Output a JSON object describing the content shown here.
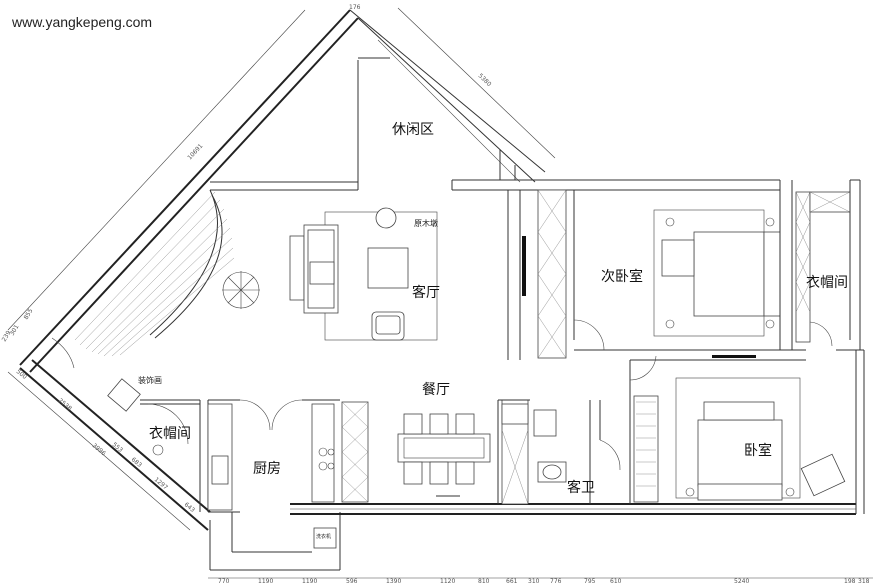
{
  "watermark": "www.yangkepeng.com",
  "rooms": {
    "leisure": "休闲区",
    "living": "客厅",
    "dining": "餐厅",
    "second_bedroom": "次卧室",
    "closet_right": "衣帽间",
    "closet_left": "衣帽间",
    "kitchen": "厨房",
    "guest_bath": "客卫",
    "master_bedroom": "卧室"
  },
  "labels": {
    "wood_stool": "原木墩",
    "decor_painting": "装饰画",
    "appliance": "洗衣机"
  },
  "dimensions": {
    "top_diag": "5380",
    "left_diag": "10691",
    "corner_top": "176",
    "left_a": "239",
    "left_b": "301",
    "left_c": "855",
    "left_d": "500",
    "left_e": "2538",
    "left_f": "3996",
    "left_g": "553",
    "left_h": "683",
    "left_i": "1297",
    "left_j": "643",
    "bottom": [
      "770",
      "1190",
      "1190",
      "596",
      "1390",
      "1120",
      "810",
      "661",
      "310",
      "776",
      "795",
      "610",
      "5240",
      "198",
      "318"
    ]
  }
}
